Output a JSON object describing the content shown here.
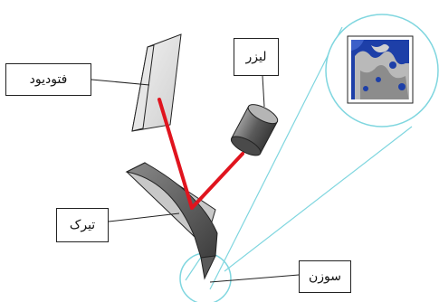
{
  "labels": {
    "photodiode": "فتوديود",
    "laser": "ليزر",
    "cantilever": "تيرک",
    "tip": "سوزن"
  },
  "colors": {
    "laser_beam": "#e0141e",
    "zoom_lines": "#7fd6df",
    "outline": "#222222",
    "laser_body": "#6e6e6e",
    "surface_image": "#1d3fa8"
  }
}
